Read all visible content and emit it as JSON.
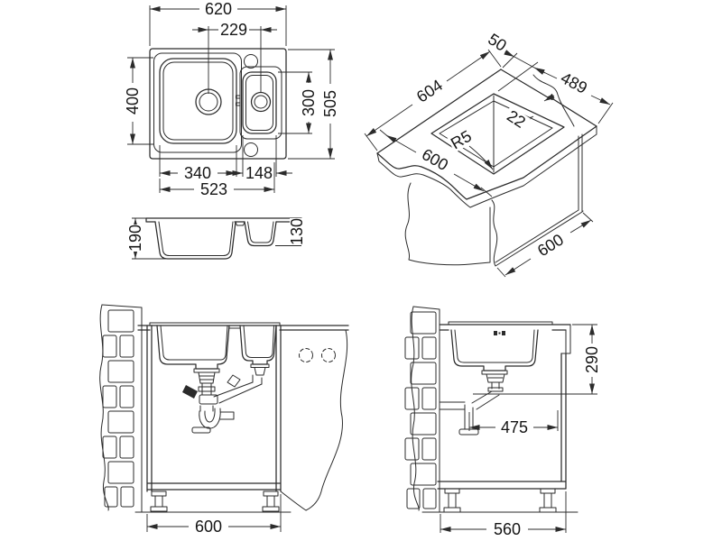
{
  "drawing": {
    "background": "#ffffff",
    "line_color": "#2b2b2b",
    "views": {
      "plan": {
        "overall_width": "620",
        "drain_centers": "229",
        "main_bowl_length": "400",
        "small_bowl_length": "300",
        "overall_depth": "505",
        "main_bowl_width": "340",
        "small_bowl_width": "148",
        "bowls_overall_width": "523"
      },
      "iso": {
        "back_edge_offset": "50",
        "cutout_width": "604",
        "cutout_depth": "489",
        "rim_ledge": "22",
        "corner_radius": "R5",
        "worktop_depth": "600",
        "base_width": "600"
      },
      "section": {
        "main_bowl_depth": "190",
        "small_bowl_depth": "130"
      },
      "front_install": {
        "cabinet_width": "600"
      },
      "side_install": {
        "drain_height": "290",
        "drain_setback": "475",
        "cabinet_depth": "560"
      }
    }
  }
}
